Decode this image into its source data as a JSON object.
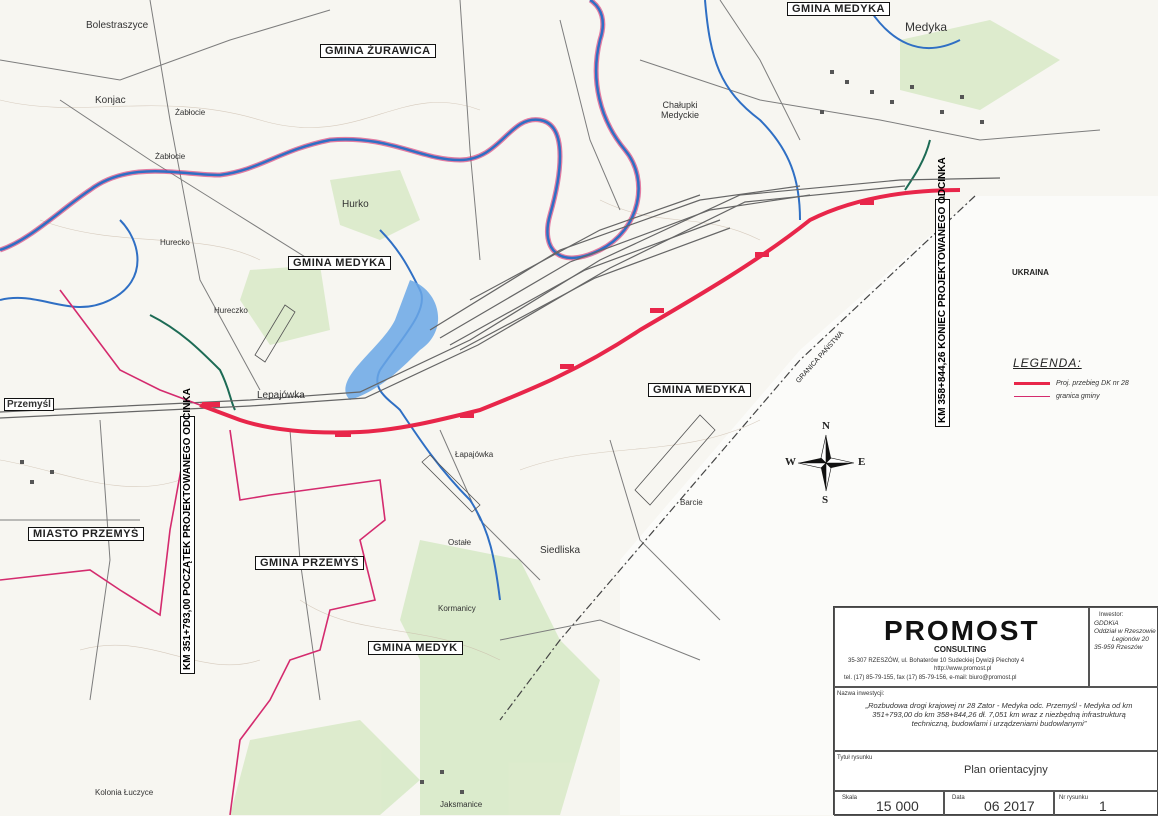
{
  "map": {
    "colors": {
      "road_new": "#e8264a",
      "boundary": "#d42b6e",
      "river": "#2f6fc4",
      "river_fill": "#6aa7e6",
      "railway": "#555555",
      "forest": "#d8e9c8",
      "paper": "#f7f6f1"
    },
    "place_labels": [
      "Bolestraszyce",
      "Konjac",
      "Żabłocie",
      "Żabłocie",
      "Hurko",
      "Hurecko",
      "Hureczko",
      "Lepajówka",
      "Chałupki Medyckie",
      "Medyka",
      "Siedliska",
      "Barcie",
      "Łapajówka",
      "Kolonia Łuczyce",
      "Jaksmanice",
      "Przemyśl",
      "Kormanicy",
      "Ostałe"
    ],
    "gmina_labels": [
      "GMINA ŻURAWICA",
      "GMINA MEDYKA",
      "GMINA MEDYKA",
      "GMINA MEDYKA",
      "MIASTO PRZEMYŚ",
      "GMINA PRZEMYŚ",
      "GMINA MEDYK",
      "GRANICA PAŃSTWA",
      "UKRAINA"
    ],
    "markers": {
      "start": "KM 351+793,00 POCZĄTEK PROJEKTOWANEGO ODCINKA",
      "end": "KM 358+844,26 KONIEC PROJEKTOWANEGO ODCINKA"
    },
    "compass": {
      "n": "N",
      "s": "S",
      "e": "E",
      "w": "W"
    },
    "legend": {
      "title": "LEGENDA:",
      "items": [
        {
          "label": "Proj. przebieg DK nr 28",
          "style": "thick",
          "color": "#e8264a"
        },
        {
          "label": "granica gminy",
          "style": "thin",
          "color": "#d42b6e"
        }
      ]
    }
  },
  "title_block": {
    "company": "PROMOST",
    "company_sub": "CONSULTING",
    "address": "35-307 RZESZÓW, ul. Bohaterów 10 Sudeckiej Dywizji Piechoty 4",
    "website": "http://www.promost.pl",
    "contact": "tel. (17) 85-79-155, fax (17) 85-79-156, e-mail: biuro@promost.pl",
    "investor_label": "Inwestor:",
    "investor_lines": [
      "GDDKiA",
      "Oddział w Rzeszowie",
      "Legionów 20",
      "35-959 Rzeszów"
    ],
    "project_label": "Nazwa inwestycji:",
    "project_name": "„Rozbudowa drogi krajowej nr 28 Zator - Medyka odc. Przemyśl - Medyka od km 351+793,00 do km 358+844,26 dł. 7,051 km wraz z niezbędną infrastrukturą techniczną, budowlami i urządzeniami budowlanymi”",
    "drawing_title_label": "Tytuł rysunku",
    "drawing_title": "Plan orientacyjny",
    "scale_label": "Skala",
    "scale": "15 000",
    "date_label": "Data",
    "date": "06 2017",
    "number_label": "Nr rysunku",
    "number": "1"
  }
}
